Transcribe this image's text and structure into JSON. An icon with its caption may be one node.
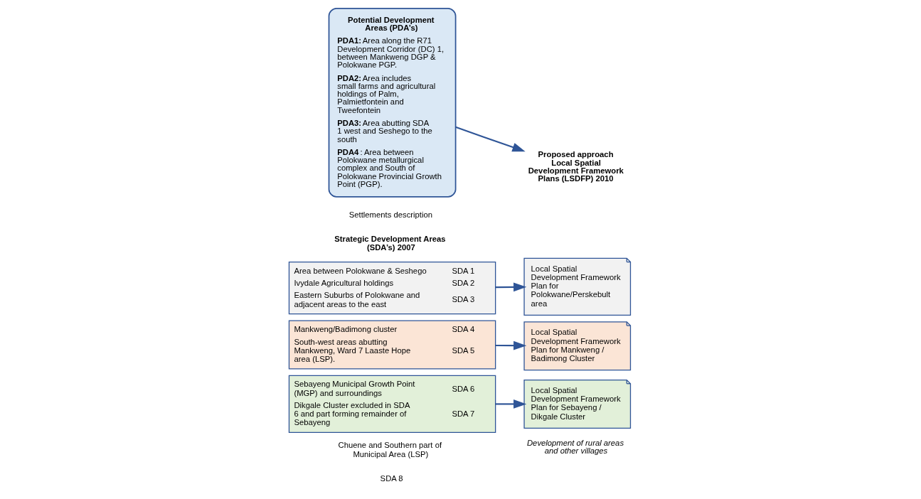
{
  "diagram": {
    "nodes": [
      {
        "text": [
          "Area between Polokwane & Seshego",
          "SDA 1",
          "Ivydale Agricultural holdings",
          "SDA 2",
          "Eastern Suburbs of Polokwane and adjacent areas to the east",
          "SDA 3"
        ]
      },
      {
        "text": [
          "Mankweng/Badimong cluster",
          "SDA 4",
          "South-west areas abutting Mankweng, Ward 7 Laaste Hope area (LSP).",
          "SDA 5"
        ]
      },
      {
        "text": [
          "Sebayeng Municipal Growth Point (MGP) and surroundings",
          "SDA 6",
          "Dikgale Cluster excluded in SDA 6 and part forming remainder of Sebayeng",
          "SDA 7"
        ]
      },
      {
        "text": [
          "Local Spatial Development Framework Plan for Polokwane/Perskebult area"
        ]
      },
      {
        "text": [
          "Local Spatial Development Framework Plan for Mankweng / Badimong Cluster"
        ]
      },
      {
        "text": [
          "Local Spatial Development Framework Plan for Sebayeng / Dikgale Cluster"
        ]
      },
      {
        "text": [
          "Potential Development Areas (PDA’s)",
          "**PDA1:** Area along the R71 Development Corridor (DC) 1, between Mankweng DGP & Polokwane PGP.",
          "**PDA2:** Area includes small farms and agricultural holdings of Palm, Palmietfontein and Tweefontein",
          "**PDA3:** Area abutting SDA 1 west and Seshego to the south",
          "**PDA4**: Area between Polokwane metallurgical complex and South of Polokwane Provincial Growth Point (PGP)."
        ]
      },
      {
        "text": [
          "Proposed approach Local Spatial Development Framework Plans (LSDFP) 2010"
        ]
      }
    ],
    "edges": [
      {
        "from": 0,
        "to": 3,
        "arrow": "to"
      },
      {
        "from": 1,
        "to": 4,
        "arrow": "to"
      },
      {
        "from": 2,
        "to": 5,
        "arrow": "to"
      },
      {
        "from": 6,
        "to": 7,
        "arrow": "to"
      }
    ],
    "labels": [
      "Settlements description",
      "Strategic Development Areas (SDA’s) 2007",
      "Chuene and Southern part of Municipal Area (LSP)",
      "SDA 8",
      "Development of rural areas and other villages"
    ]
  }
}
